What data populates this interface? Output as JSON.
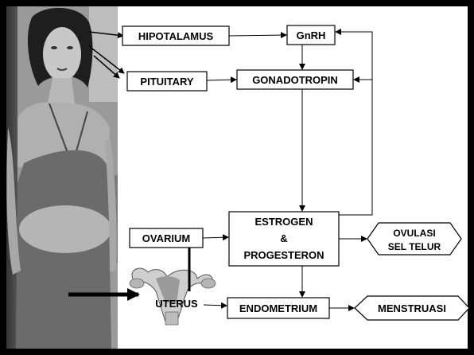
{
  "nodes": {
    "hipotalamus": "HIPOTALAMUS",
    "gnrh": "GnRH",
    "pituitary": "PITUITARY",
    "gonadotropin": "GONADOTROPIN",
    "ovarium": "OVARIUM",
    "estrogen_line1": "ESTROGEN",
    "estrogen_line2": "&",
    "estrogen_line3": "PROGESTERON",
    "ovulasi_line1": "OVULASI",
    "ovulasi_line2": "SEL TELUR",
    "uterus": "UTERUS",
    "endometrium": "ENDOMETRIUM",
    "menstruasi": "MENSTRUASI"
  },
  "colors": {
    "frame": "#000000",
    "panel": "#ffffff",
    "dress": "#6b6b6b",
    "arrow": "#000000"
  }
}
